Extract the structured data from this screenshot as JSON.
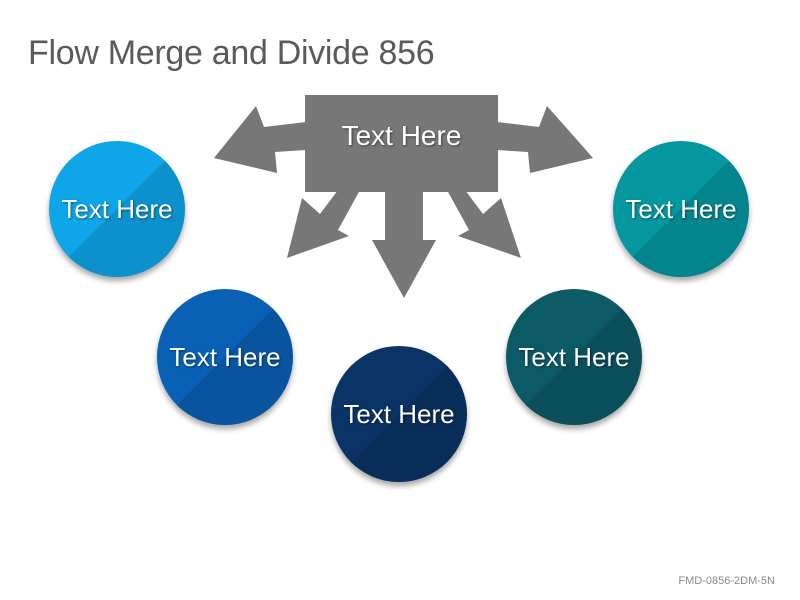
{
  "title": "Flow Merge and Divide 856",
  "hub": {
    "label": "Text Here",
    "color": "#777777"
  },
  "circles": [
    {
      "label": "Text Here",
      "color": "#0ea5e9"
    },
    {
      "label": "Text Here",
      "color": "#0a60b5"
    },
    {
      "label": "Text Here",
      "color": "#0b3466"
    },
    {
      "label": "Text Here",
      "color": "#0b5a66"
    },
    {
      "label": "Text Here",
      "color": "#0597a0"
    }
  ],
  "footer": "FMD-0856-2DM-5N"
}
